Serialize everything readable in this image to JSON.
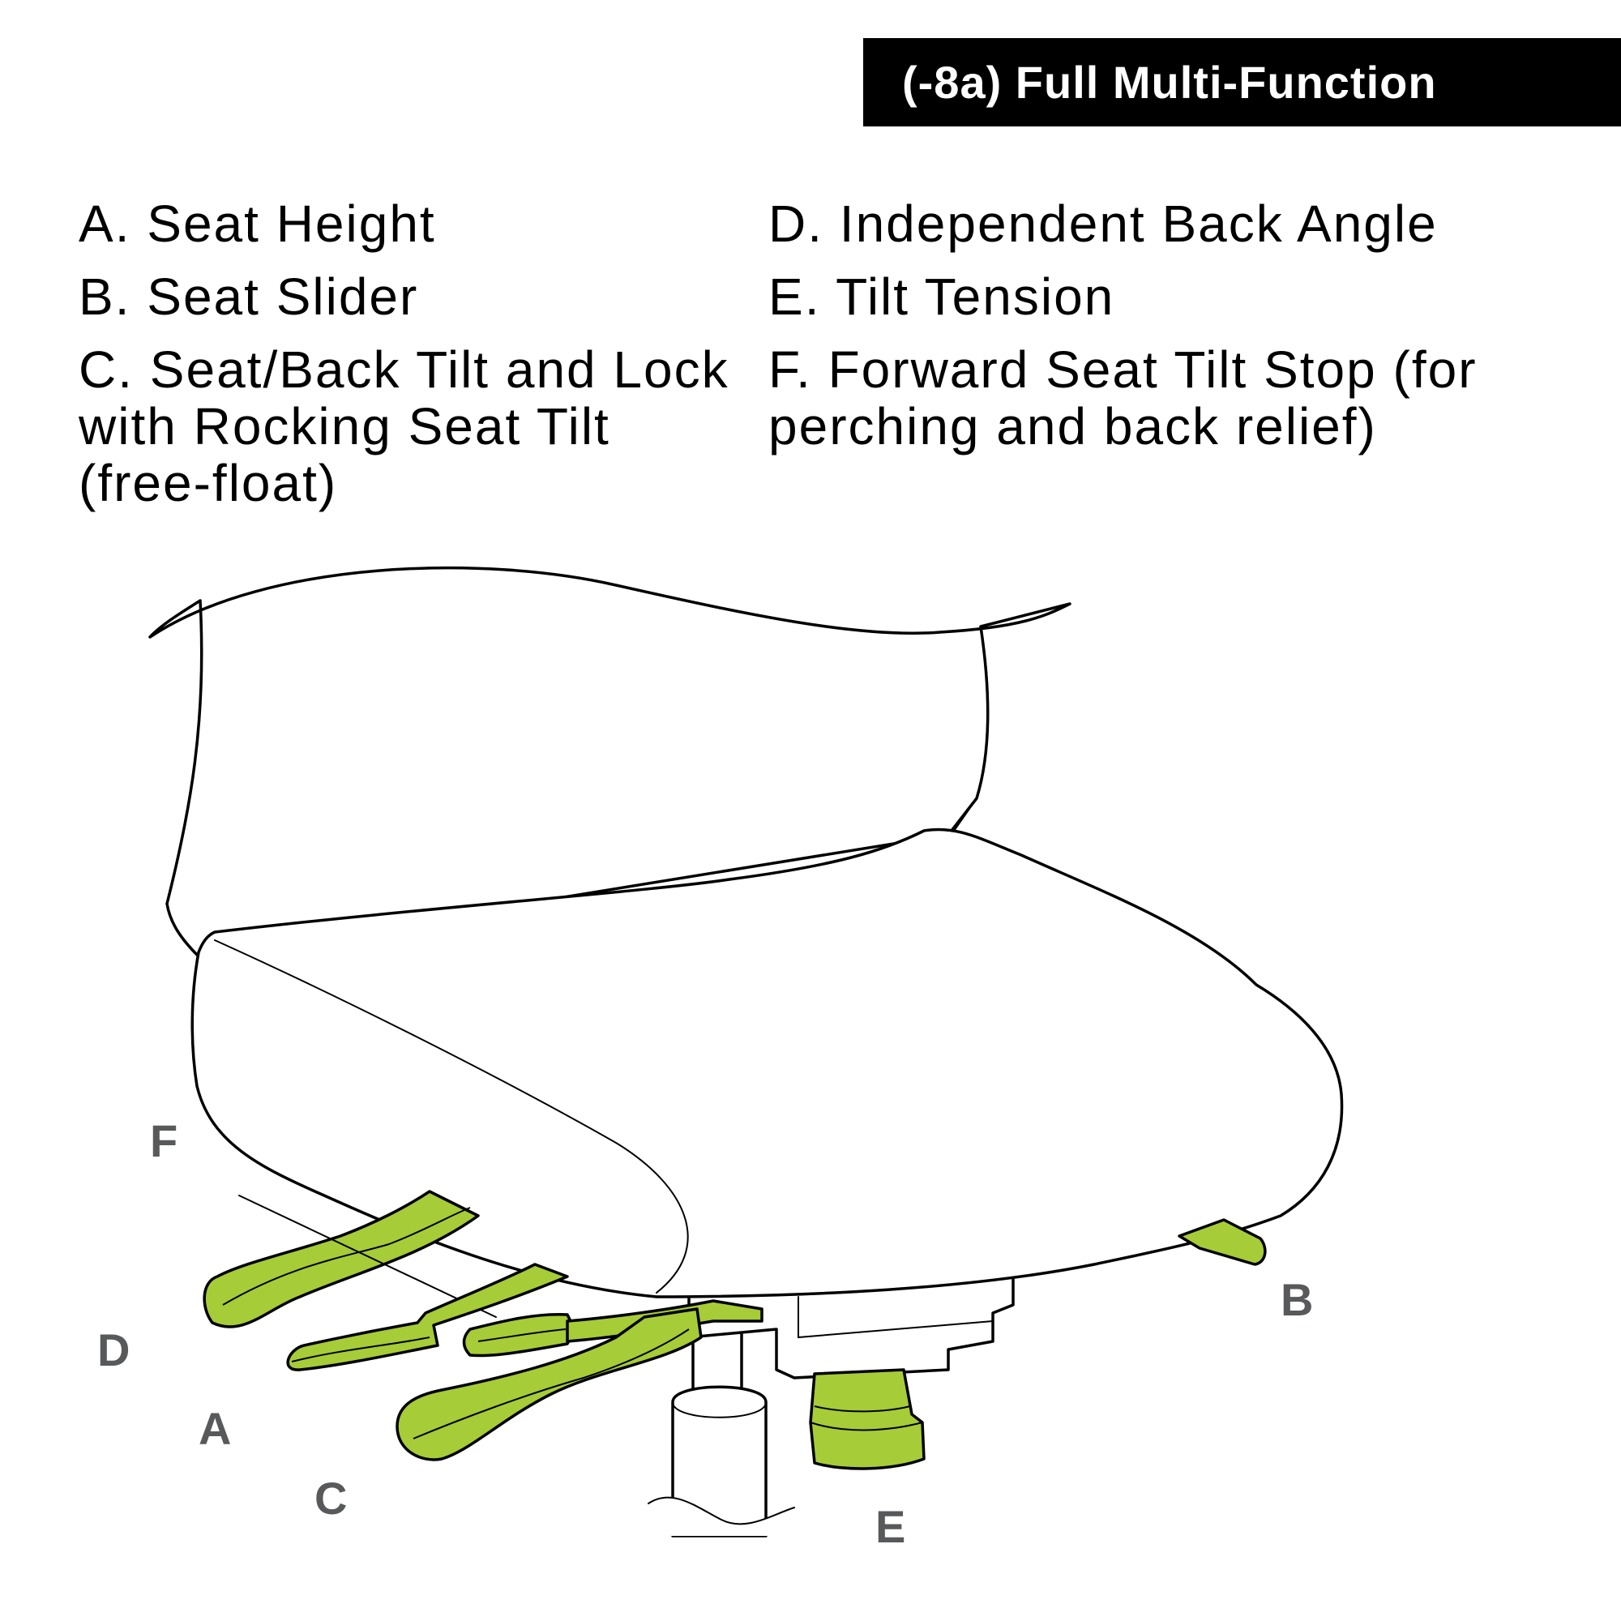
{
  "title": "(-8a)  Full Multi-Function",
  "legend": {
    "left": [
      "A. Seat Height",
      "B. Seat Slider",
      "C. Seat/Back Tilt and Lock with Rocking Seat Tilt (free-float)"
    ],
    "right": [
      "D. Independent Back Angle",
      "E. Tilt Tension",
      "F. Forward Seat Tilt Stop (for perching and back relief)"
    ]
  },
  "parts": [
    "F",
    "D",
    "A",
    "C",
    "E",
    "B"
  ],
  "colors": {
    "lever": "#a6cc38",
    "label": "#58595b",
    "title_bg": "#000000"
  }
}
